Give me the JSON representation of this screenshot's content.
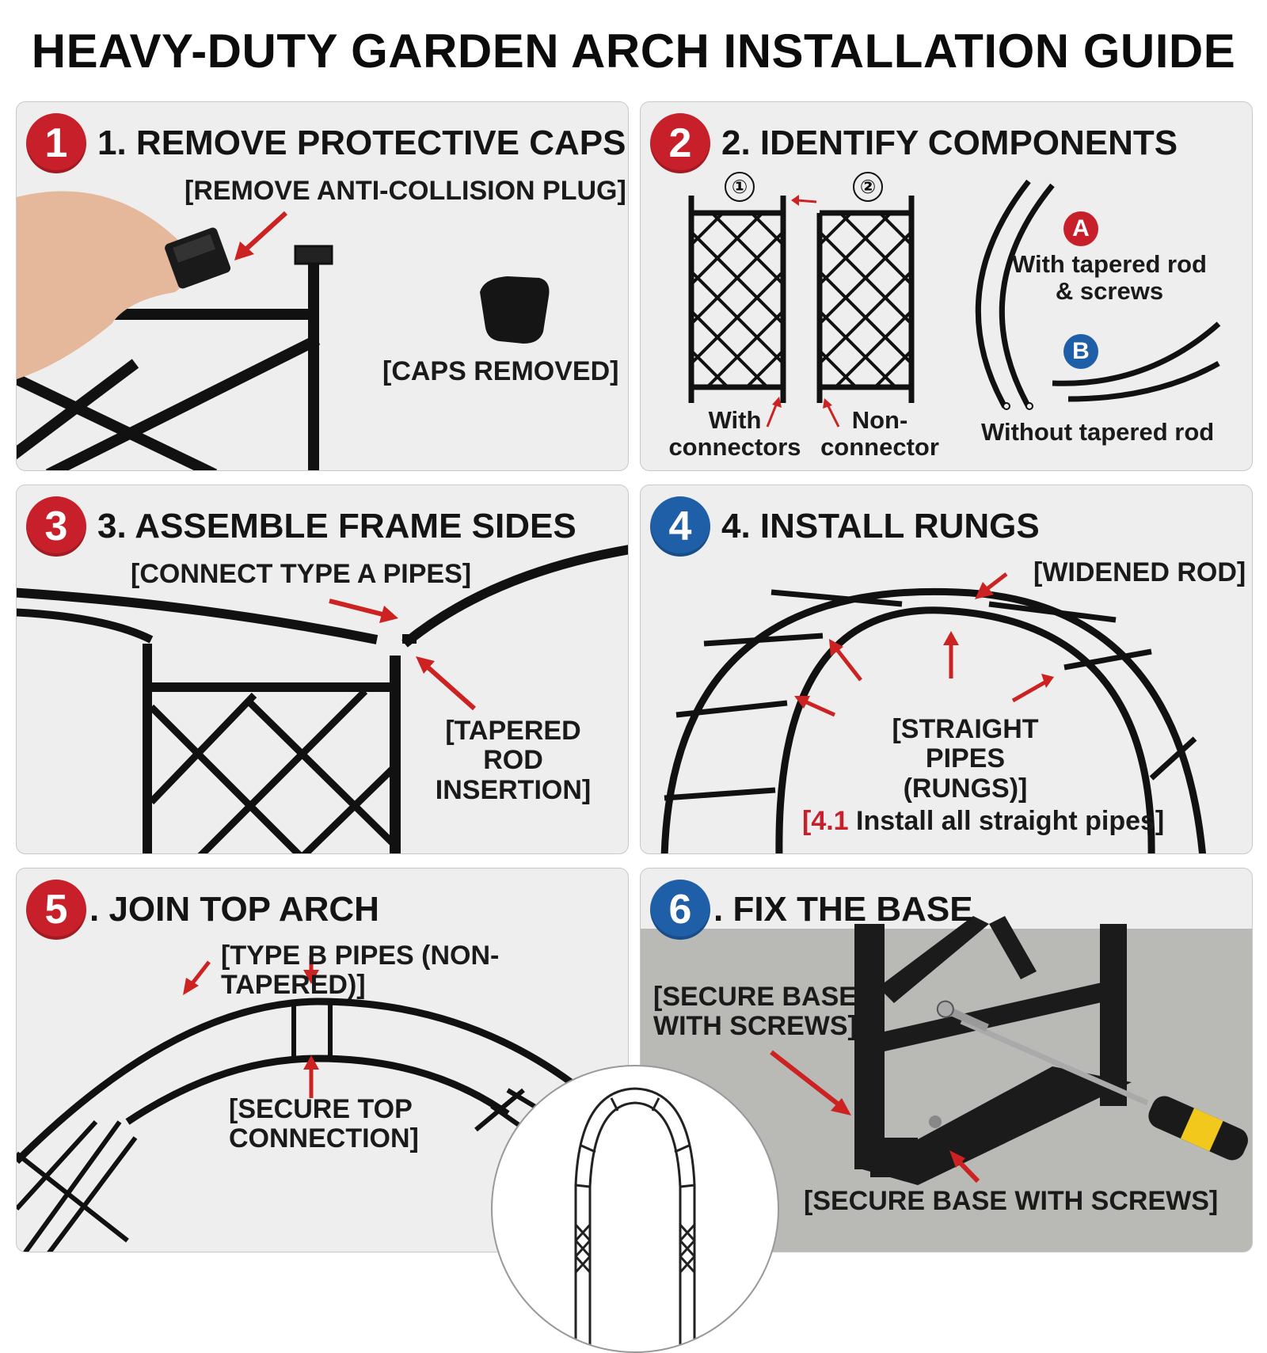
{
  "title": "HEAVY-DUTY GARDEN ARCH INSTALLATION GUIDE",
  "steps": [
    {
      "num": "1",
      "heading": "1. REMOVE PROTECTIVE CAPS",
      "color": "#c8202a",
      "labels": {
        "plug": "[REMOVE ANTI-COLLISION PLUG]",
        "removed": "[CAPS REMOVED]"
      }
    },
    {
      "num": "2",
      "heading": "2. IDENTIFY COMPONENTS",
      "color": "#c8202a",
      "labels": {
        "panel1": "①",
        "panel2": "②",
        "with_connectors_1": "With",
        "with_connectors_2": "connectors",
        "non_connector_1": "Non-",
        "non_connector_2": "connector",
        "a": "A",
        "a_text_1": "With tapered rod",
        "a_text_2": "& screws",
        "b": "B",
        "b_text": "Without tapered rod"
      }
    },
    {
      "num": "3",
      "heading": "3. ASSEMBLE FRAME SIDES",
      "color": "#c8202a",
      "labels": {
        "connect": "[CONNECT TYPE A PIPES]",
        "tapered_1": "[TAPERED ROD",
        "tapered_2": "INSERTION]"
      }
    },
    {
      "num": "4",
      "heading": "4. INSTALL RUNGS",
      "color": "#1f5fa8",
      "labels": {
        "widened": "[WIDENED ROD]",
        "straight_1": "[STRAIGHT PIPES",
        "straight_2": "(RUNGS)]",
        "sub_num": "[4.1",
        "sub_text": " Install all straight pipes]"
      }
    },
    {
      "num": "5",
      "heading": ". JOIN TOP ARCH",
      "color": "#c8202a",
      "labels": {
        "typeb": "[TYPE B PIPES (NON-TAPERED)]",
        "secure_1": "[SECURE TOP",
        "secure_2": "CONNECTION]"
      }
    },
    {
      "num": "6",
      "heading": ". FIX THE BASE",
      "color": "#1f5fa8",
      "labels": {
        "secure_1": "[SECURE BASE",
        "secure_2": "WITH SCREWS]",
        "bottom": "[SECURE BASE WITH SCREWS]"
      }
    }
  ]
}
